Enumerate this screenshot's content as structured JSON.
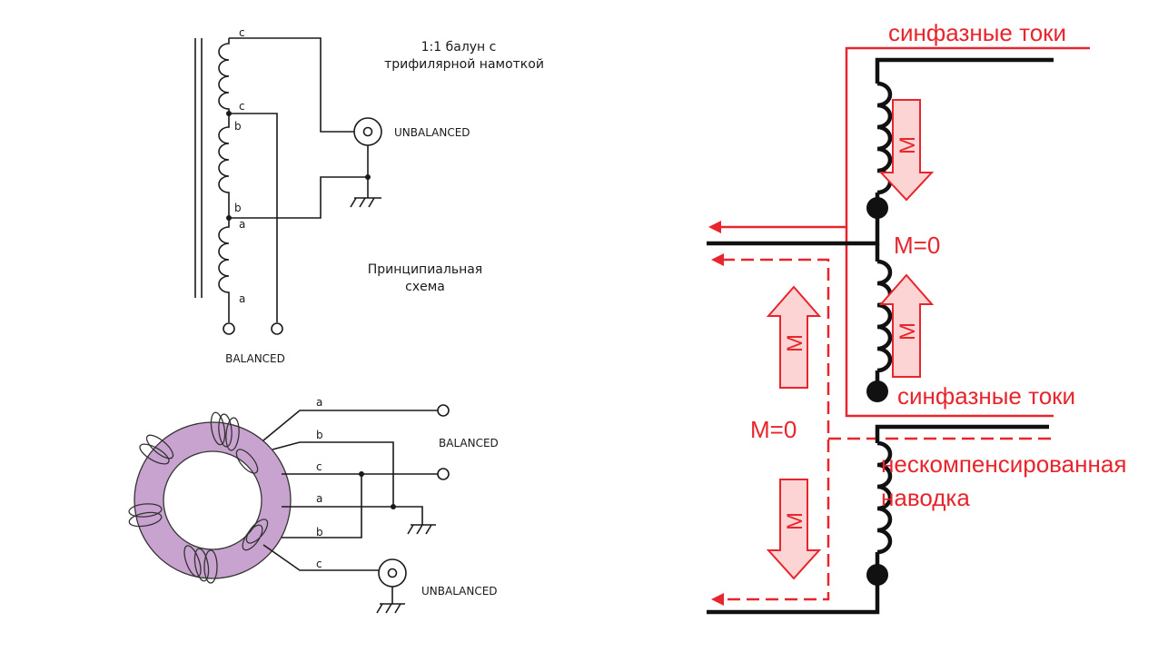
{
  "schematic": {
    "title_line1": "1:1 балун с",
    "title_line2": "трифилярной намоткой",
    "unbalanced": "UNBALANCED",
    "balanced": "BALANCED",
    "caption_line1": "Принципиальная",
    "caption_line2": "схема",
    "tap_top_c": "c",
    "tap_mid_c": "c",
    "tap_mid_b": "b",
    "tap_low_b": "b",
    "tap_low_a": "a",
    "tap_bot_a": "a"
  },
  "toroid": {
    "wire_labels": [
      "a",
      "b",
      "c",
      "a",
      "b",
      "c"
    ],
    "balanced": "BALANCED",
    "unbalanced": "UNBALANCED",
    "core_color": "#c9a3cf"
  },
  "currents": {
    "common_mode_top": "синфазные токи",
    "common_mode_bottom": "синфазные токи",
    "m_zero_right": "M=0",
    "m_zero_left": "M=0",
    "uncompensated_line1": "нескомпенсированная",
    "uncompensated_line2": "наводка",
    "arrow_label": "M",
    "accent_color": "#e8242c"
  }
}
